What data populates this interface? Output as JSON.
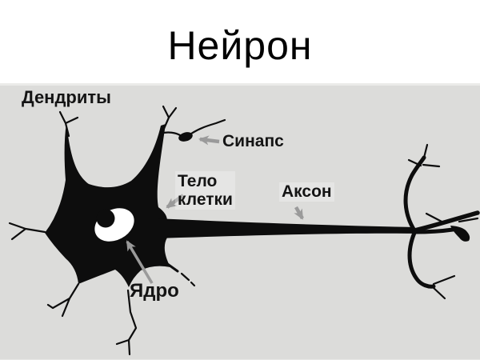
{
  "slide": {
    "title": "Нейрон"
  },
  "diagram": {
    "type": "labeled-diagram",
    "subject": "neuron",
    "labels": {
      "dendrites": "Дендриты",
      "synapse": "Синапс",
      "cell_body": {
        "line1": "Тело",
        "line2": "клетки"
      },
      "axon": "Аксон",
      "nucleus": "Ядро"
    },
    "colors": {
      "page_bg": "#ffffff",
      "diagram_bg": "#dcdcda",
      "ink": "#0d0d0d",
      "label": "#141414",
      "arrow": "#9a9a9a",
      "nucleus_fill": "#ffffff"
    }
  }
}
